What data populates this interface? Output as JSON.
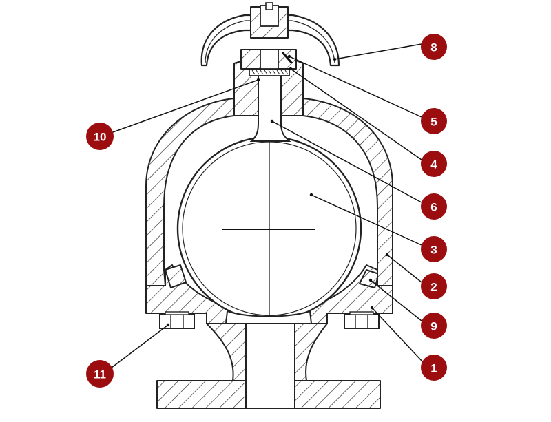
{
  "colors": {
    "callout_fill": "#9b0d0f",
    "callout_text": "#ffffff",
    "line": "#222222"
  },
  "callouts": [
    {
      "id": "8",
      "label": "8"
    },
    {
      "id": "5",
      "label": "5"
    },
    {
      "id": "4",
      "label": "4"
    },
    {
      "id": "6",
      "label": "6"
    },
    {
      "id": "3",
      "label": "3"
    },
    {
      "id": "2",
      "label": "2"
    },
    {
      "id": "9",
      "label": "9"
    },
    {
      "id": "1",
      "label": "1"
    },
    {
      "id": "10",
      "label": "10"
    },
    {
      "id": "11",
      "label": "11"
    }
  ]
}
